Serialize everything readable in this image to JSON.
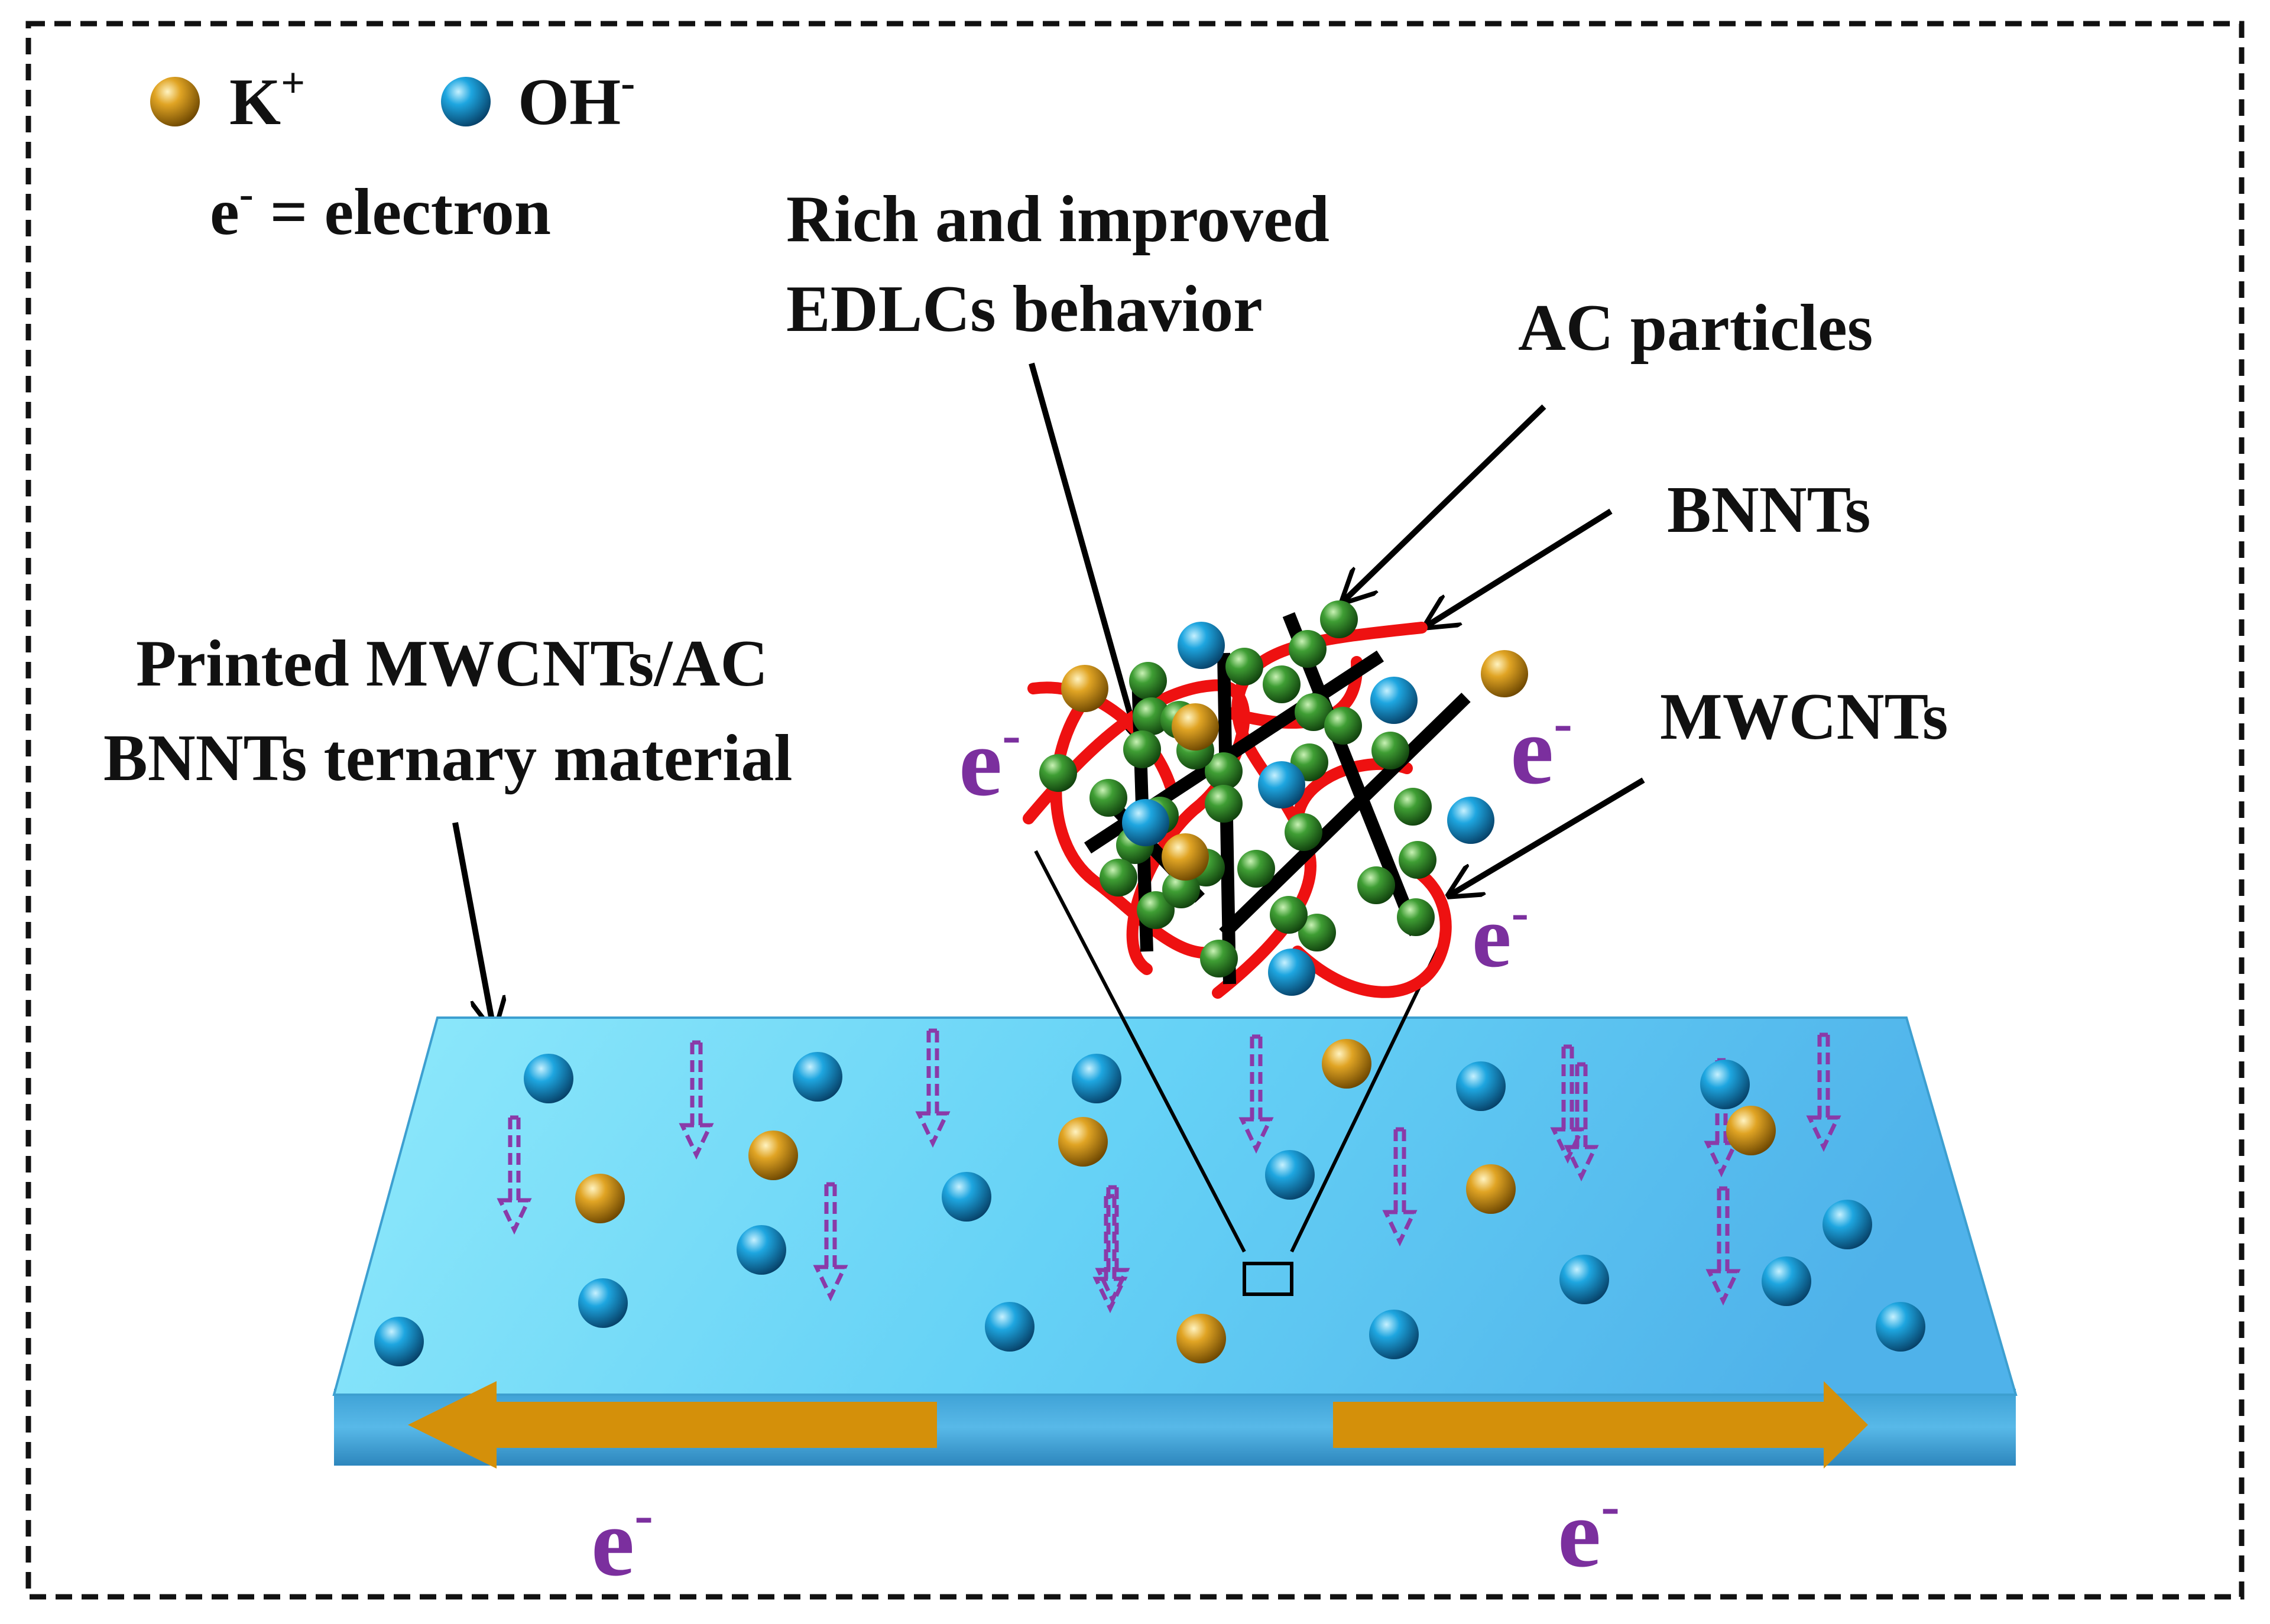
{
  "legend": {
    "k_plus": "K",
    "k_plus_sup": "+",
    "oh_minus": "OH",
    "oh_minus_sup": "-",
    "electron_symbol": "e",
    "electron_sup": "-",
    "electron_def": " = electron"
  },
  "labels": {
    "edlc_line1": "Rich and improved",
    "edlc_line2": "EDLCs behavior",
    "ac_particles": "AC particles",
    "bnnts": "BNNTs",
    "mwcnts": "MWCNTs",
    "printed_line1": "Printed MWCNTs/AC",
    "printed_line2": "BNNTs ternary material"
  },
  "electrons": {
    "symbol": "e",
    "sup": "-"
  },
  "colors": {
    "k_ion": "#c8900a",
    "oh_ion": "#1a9ad6",
    "ac_particle": "#2e8b2e",
    "bnnt": "#ee1111",
    "mwcnt": "#000000",
    "electron_text": "#7b2f9e",
    "transport_arrow": "#d4900a",
    "substrate": "#56c6ee"
  }
}
